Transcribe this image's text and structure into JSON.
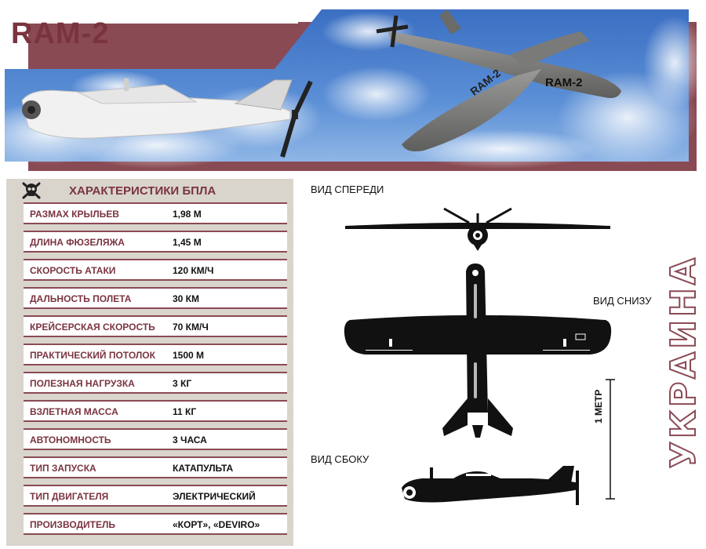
{
  "header": {
    "title": "RAM-2"
  },
  "photo": {
    "fuselage_text": "RAM-2",
    "wing_text": "RAM-2"
  },
  "specs": {
    "title": "ХАРАКТЕРИСТИКИ БПЛА",
    "rows": [
      {
        "label": "РАЗМАХ КРЫЛЬЕВ",
        "value": "1,98 М"
      },
      {
        "label": "ДЛИНА ФЮЗЕЛЯЖА",
        "value": "1,45 М"
      },
      {
        "label": "СКОРОСТЬ АТАКИ",
        "value": "120 КМ/Ч"
      },
      {
        "label": "ДАЛЬНОСТЬ ПОЛЕТА",
        "value": "30 КМ"
      },
      {
        "label": "КРЕЙСЕРСКАЯ СКОРОСТЬ",
        "value": "70 КМ/Ч"
      },
      {
        "label": "ПРАКТИЧЕСКИЙ ПОТОЛОК",
        "value": "1500 М"
      },
      {
        "label": "ПОЛЕЗНАЯ НАГРУЗКА",
        "value": "3 КГ"
      },
      {
        "label": "ВЗЛЕТНАЯ МАССА",
        "value": "11 КГ"
      },
      {
        "label": "АВТОНОМНОСТЬ",
        "value": "3 ЧАСА"
      },
      {
        "label": "ТИП ЗАПУСКА",
        "value": "КАТАПУЛЬТА"
      },
      {
        "label": "ТИП ДВИГАТЕЛЯ",
        "value": "ЭЛЕКТРИЧЕСКИЙ"
      },
      {
        "label": "ПРОИЗВОДИТЕЛЬ",
        "value": "«КОРТ», «DEVIRO»"
      }
    ]
  },
  "views": {
    "front": "ВИД СПЕРЕДИ",
    "bottom": "ВИД СНИЗУ",
    "side": "ВИД СБОКУ",
    "scale": "1 МЕТР"
  },
  "country": "УКРАИНА",
  "colors": {
    "accent": "#7a3440",
    "frame": "#8a4a54",
    "panel": "#d9d5cd",
    "sky": "#3f78c8"
  }
}
